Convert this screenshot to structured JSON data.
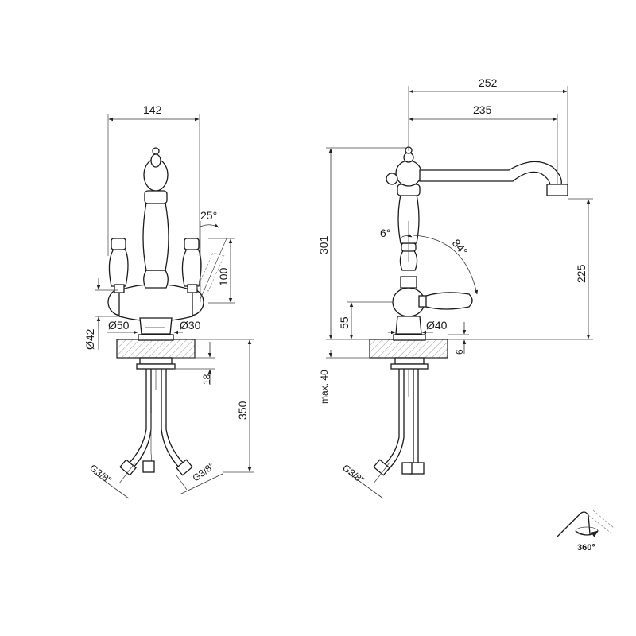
{
  "front_view": {
    "width_142": "142",
    "angle_25": "25°",
    "height_100": "100",
    "dia_42": "Ø42",
    "dia_50": "Ø50",
    "dia_30": "Ø30",
    "height_18": "18",
    "length_350": "350",
    "thread_left": "G3/8\"",
    "thread_right": "G3/8\""
  },
  "side_view": {
    "reach_252": "252",
    "reach_235": "235",
    "height_301": "301",
    "angle_6": "6°",
    "angle_84": "84°",
    "height_225": "225",
    "height_55": "55",
    "dia_40": "Ø40",
    "height_6": "6",
    "max_40": "max. 40",
    "thread": "G3/8\""
  },
  "rotation_badge": {
    "label": "360°"
  }
}
